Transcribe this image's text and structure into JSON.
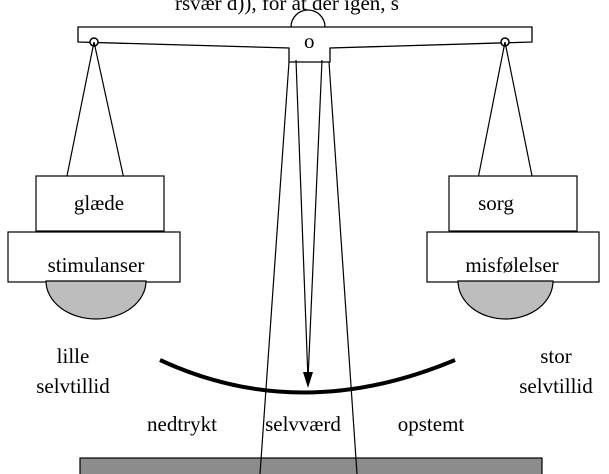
{
  "top_caption_fragment": "rsvær d)), for at der igen, s",
  "pivot_label": "o",
  "left_pan": {
    "upper_box": "glæde",
    "lower_box": "stimulanser"
  },
  "right_pan": {
    "upper_box": "sorg",
    "lower_box": "misfølelser"
  },
  "left_side_label": [
    "lille",
    "selvtillid"
  ],
  "right_side_label": [
    "stor",
    "selvtillid"
  ],
  "scale_labels": {
    "left": "nedtrykt",
    "center": "selvværd",
    "right": "opstemt"
  },
  "colors": {
    "pan_fill": "#bdbdbd",
    "base_fill": "#8c8c8c",
    "line": "#000000",
    "background": "#ffffff"
  }
}
